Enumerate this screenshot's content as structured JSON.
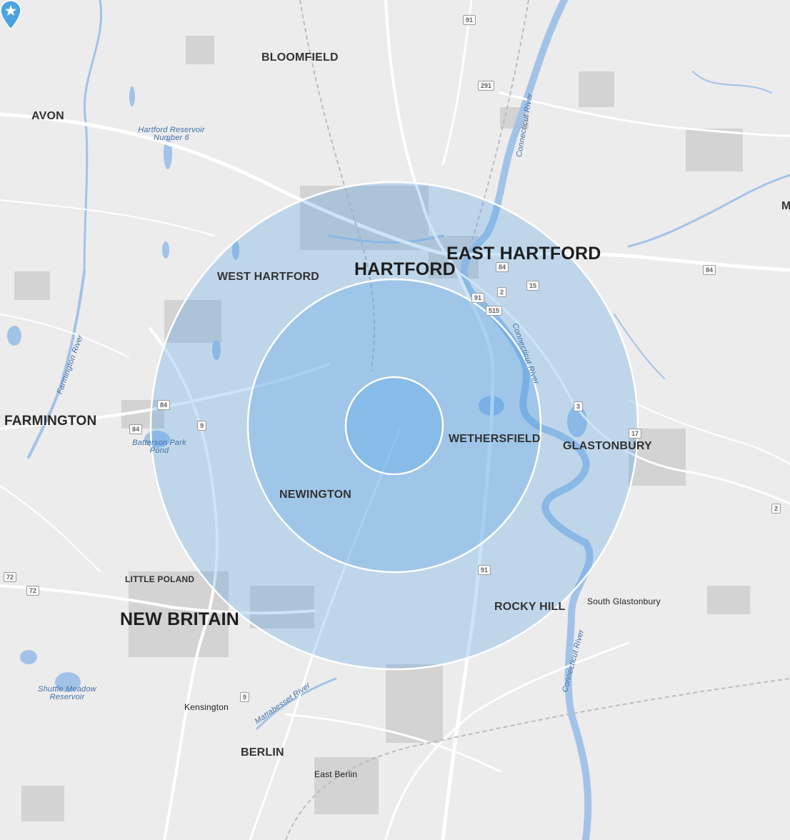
{
  "map": {
    "colors": {
      "land": "#ececec",
      "water": "#a3c2e8",
      "road": "#ffffff",
      "urban": "#cfcfcf",
      "ring_fill": "#4a9ee6",
      "ring_stroke": "#ffffff",
      "pin": "#4aa3e0"
    },
    "center_marker": {
      "icon": "location-pin-star-icon"
    },
    "rings": [
      {
        "name": "outer",
        "fill_opacity": 0.32
      },
      {
        "name": "middle",
        "fill_opacity": 0.32
      },
      {
        "name": "inner",
        "fill_opacity": 0.32
      }
    ],
    "labels": {
      "bloomfield": "BLOOMFIELD",
      "avon": "AVON",
      "hartford_reservoir": "Hartford Reservoir Number 6",
      "hartford": "HARTFORD",
      "east_hartford": "EAST HARTFORD",
      "west_hartford": "WEST HARTFORD",
      "m_cut": "M",
      "farmington": "FARMINGTON",
      "batterson": "Batterson Park Pond",
      "wethersfield": "WETHERSFIELD",
      "glastonbury": "GLASTONBURY",
      "newington": "NEWINGTON",
      "little_poland": "LITTLE POLAND",
      "new_britain": "NEW BRITAIN",
      "rocky_hill": "ROCKY HILL",
      "south_glastonbury": "South Glastonbury",
      "shuttle_meadow": "Shuttle Meadow Reservoir",
      "kensington": "Kensington",
      "berlin": "BERLIN",
      "east_berlin": "East Berlin",
      "connecticut_river": "Connecticut River",
      "farmington_river": "Farmington River",
      "mattabesset_river": "Mattabesset River"
    },
    "shields": [
      "91",
      "291",
      "84",
      "2",
      "15",
      "91",
      "515",
      "84",
      "9",
      "3",
      "17",
      "91",
      "9",
      "2",
      "84",
      "72",
      "84",
      "72"
    ]
  }
}
